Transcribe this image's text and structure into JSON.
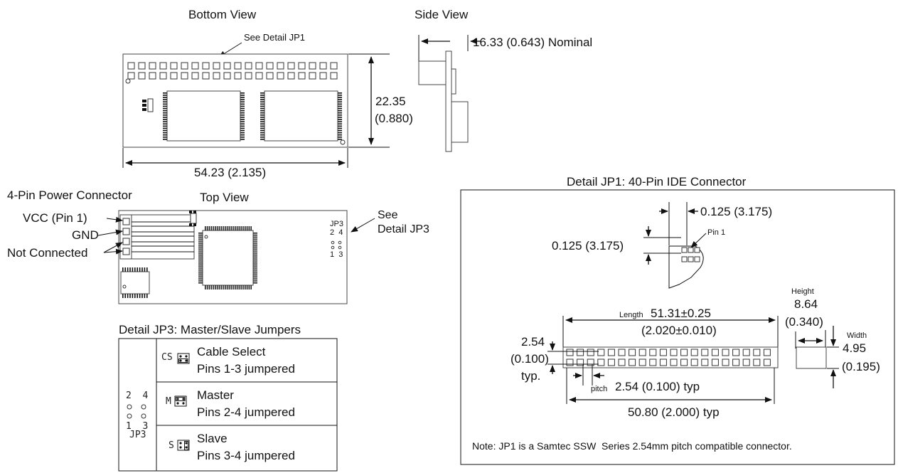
{
  "bottom_view": {
    "title": "Bottom View",
    "callout": "See Detail JP1",
    "height_dim_mm": "22.35",
    "height_dim_in": "(0.880)",
    "width_dim": "54.23 (2.135)"
  },
  "side_view": {
    "title": "Side View",
    "depth_dim": "16.33 (0.643) Nominal"
  },
  "top_view": {
    "title": "Top View",
    "power_connector_title": "4-Pin Power Connector",
    "pin_vcc": "VCC (Pin 1)",
    "pin_gnd": "GND",
    "pin_nc": "Not Connected",
    "jp3_label": "JP3",
    "jp3_pins_top": "2  4",
    "jp3_pins_bottom": "1  3",
    "see_detail_line1": "See",
    "see_detail_line2": "Detail JP3"
  },
  "jp3_detail": {
    "title": "Detail JP3: Master/Slave Jumpers",
    "legend_top": "2  4",
    "legend_bottom": "1  3",
    "legend_name": "JP3",
    "rows": [
      {
        "code": "CS",
        "name": "Cable Select",
        "desc": "Pins 1-3 jumpered"
      },
      {
        "code": "M",
        "name": "Master",
        "desc": "Pins 2-4 jumpered"
      },
      {
        "code": "S",
        "name": "Slave",
        "desc": "Pins 3-4 jumpered"
      }
    ]
  },
  "jp1_detail": {
    "title": "Detail JP1: 40-Pin IDE Connector",
    "pin_spacing_h": "0.125 (3.175)",
    "pin_spacing_v": "0.125 (3.175)",
    "pin1_label": "Pin 1",
    "length_label": "Length",
    "length_mm": "51.31±0.25",
    "length_in": "(2.020±0.010)",
    "row_gap_mm": "2.54",
    "row_gap_in": "(0.100)",
    "row_gap_typ": "typ.",
    "pitch_label": "pitch",
    "pitch_value": "2.54 (0.100) typ",
    "span": "50.80 (2.000) typ",
    "height_label": "Height",
    "height_mm": "8.64",
    "height_in": "(0.340)",
    "width_label": "Width",
    "width_mm": "4.95",
    "width_in": "(0.195)",
    "note": "Note: JP1 is a Samtec SSW  Series 2.54mm pitch compatible connector."
  }
}
